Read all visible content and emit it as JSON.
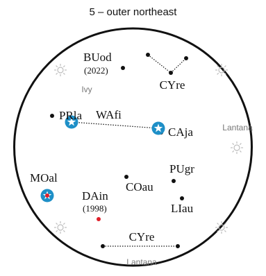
{
  "title": "5 – outer northeast",
  "colors": {
    "boundary": "#111111",
    "marker_blue": "#1e8fc7",
    "marker_red": "#e0202a",
    "compass": "#bdbdbd",
    "region_text": "#777777"
  },
  "regions": {
    "ivy": "Ivy",
    "lantana_east": "Lantana",
    "lantana_south": "Lantana"
  },
  "labels": {
    "buod": "BUod",
    "buod_year": "(2022)",
    "cyre_north": "CYre",
    "prla": "PRla",
    "wafi": "WAfi",
    "caja": "CAja",
    "moal": "MOal",
    "pugr": "PUgr",
    "dain": "DAin",
    "dain_year": "(1998)",
    "coau": "COau",
    "liau": "LIau",
    "cyre_south": "CYre"
  },
  "icons": {
    "compass": "sun-compass-icon",
    "star_marker": "star-marker-icon",
    "target_marker": "target-marker-icon"
  }
}
